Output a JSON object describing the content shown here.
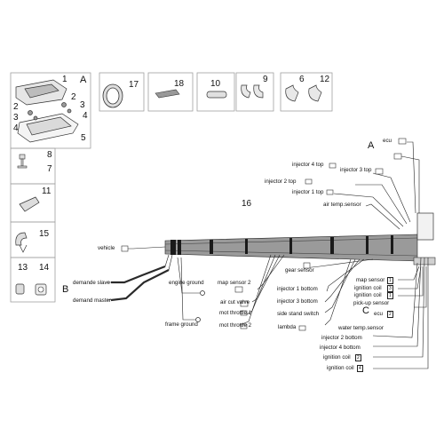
{
  "group_labels": {
    "A": "A",
    "B": "B",
    "C": "C",
    "A2": "A"
  },
  "part_numbers": {
    "n1": "1",
    "n2a": "2",
    "n2b": "2",
    "n3a": "3",
    "n3b": "3",
    "n4a": "4",
    "n4b": "4",
    "n5": "5",
    "n6": "6",
    "n7": "7",
    "n8": "8",
    "n9": "9",
    "n10": "10",
    "n11": "11",
    "n12": "12",
    "n13": "13",
    "n14": "14",
    "n15": "15",
    "n16": "16",
    "n17": "17",
    "n18": "18"
  },
  "labels": {
    "ecu_top": "ecu",
    "injector4_top": "injector 4 top",
    "injector3_top": "injector 3 top",
    "injector2_top": "injector 2 top",
    "injector1_top": "injector 1 top",
    "air_temp_sensor": "air temp.sensor",
    "vehicle": "vehicle",
    "engine_ground": "engine ground",
    "frame_ground": "frame ground",
    "demande_slave": "demande slave",
    "demand_master": "demand master",
    "map_sensor2": "map sensor 2",
    "air_cut_valve": "air cut valve",
    "mot_throttle1": "mot throttle 1",
    "mot_throttle2": "mot throttle 2",
    "gear_sensor": "gear sensor",
    "injector1_bottom": "injector 1 bottom",
    "injector3_bottom": "injector 3 bottom",
    "side_stand_switch": "side stand switch",
    "lambda": "lambda",
    "map_sensor1": "map sensor",
    "ignition_coil3": "ignition coil",
    "ignition_coil1": "ignition coil",
    "pickup_sensor": "pick-up sensor",
    "ecu_bottom": "ecu",
    "water_temp_sensor": "water temp.sensor",
    "injector2_bottom": "injector 2 bottom",
    "injector4_bottom": "injector 4 bottom",
    "ignition_coil4": "ignition coil"
  },
  "tags": {
    "map1": "1",
    "coil3": "3",
    "coil1": "1",
    "coil2": "2",
    "coil4": "4",
    "ecu_b": "2"
  }
}
